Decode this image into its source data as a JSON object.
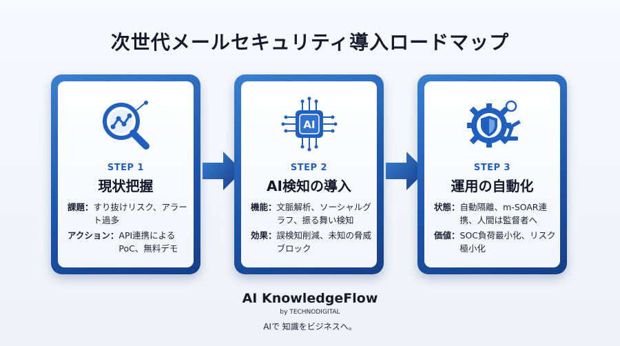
{
  "title": "次世代メールセキュリティ導入ロードマップ",
  "cards": [
    {
      "icon": "magnifier-chart-icon",
      "step": "STEP 1",
      "heading": "現状把握",
      "rows": [
        {
          "label": "課題：",
          "value": "すり抜けリスク、アラート過多"
        },
        {
          "label": "アクション：",
          "value": "API連携によるPoC、無料デモ"
        }
      ]
    },
    {
      "icon": "ai-chip-icon",
      "step": "STEP 2",
      "heading": "AI検知の導入",
      "rows": [
        {
          "label": "機能：",
          "value": "文脈解析、ソーシャルグラフ、振る舞い検知"
        },
        {
          "label": "効果：",
          "value": "誤検知削減、未知の脅威ブロック"
        }
      ]
    },
    {
      "icon": "gear-shield-robot-icon",
      "step": "STEP 3",
      "heading": "運用の自動化",
      "rows": [
        {
          "label": "状態：",
          "value": "自動隔離、m-SOAR連携、人間は監督者へ"
        },
        {
          "label": "価値：",
          "value": "SOC負荷最小化、リスク極小化"
        }
      ]
    }
  ],
  "brand": {
    "name": "AI KnowledgeFlow",
    "by": "by TECHNODIGITAL",
    "tagline": "AIで 知識をビジネスへ。"
  },
  "colors": {
    "primary_blue": "#1c56ad",
    "accent_blue": "#1f5fbf",
    "background": "#f3f6fa"
  }
}
